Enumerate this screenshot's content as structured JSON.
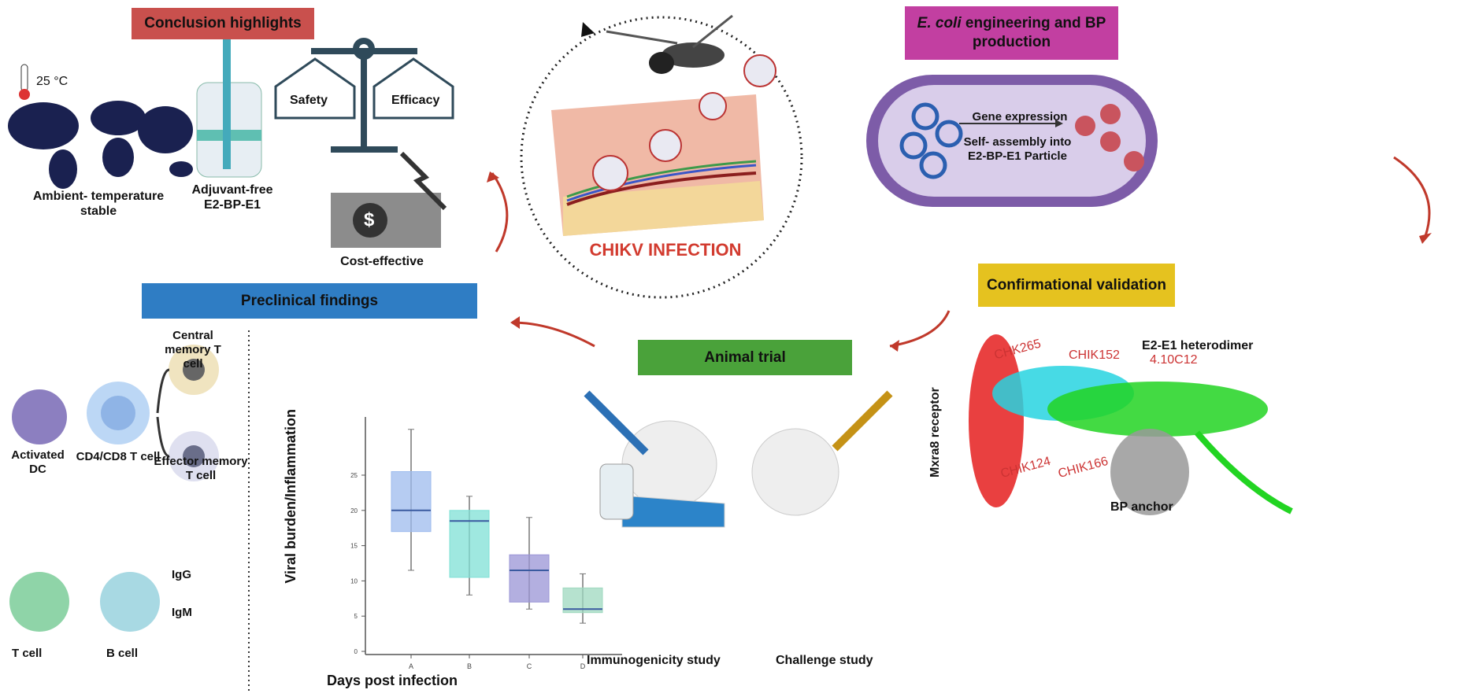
{
  "sections": {
    "conclusion": {
      "title": "Conclusion highlights",
      "color": "#c9504d",
      "temperature": "25 °C",
      "ambient": "Ambient- temperature stable",
      "adjuvant": "Adjuvant-free E2-BP-E1",
      "safety": "Safety",
      "efficacy": "Efficacy",
      "cost": "Cost-effective",
      "dollar": "$"
    },
    "ecoli": {
      "title_italic": "E. coli",
      "title_rest": " engineering and BP production",
      "color": "#c23fa1",
      "gene_expression": "Gene expression",
      "self_assembly": "Self- assembly into E2-BP-E1 Particle"
    },
    "infection": {
      "title": "CHIKV INFECTION",
      "color": "#d23b2f"
    },
    "validation": {
      "title": "Confirmational validation",
      "color": "#e5c21f",
      "heterodimer": "E2-E1 heterodimer",
      "receptor": "Mxra8 receptor",
      "anchor": "BP anchor",
      "antibodies": [
        "CHK265",
        "CHIK152",
        "4.10C12",
        "CHIK124",
        "CHIK166"
      ]
    },
    "animal": {
      "title": "Animal trial",
      "color": "#4aa23a",
      "immunogenicity": "Immunogenicity study",
      "challenge": "Challenge study"
    },
    "preclinical": {
      "title": "Preclinical findings",
      "color": "#2f7dc4",
      "central_memory": "Central memory  T cell",
      "effector_memory": "Effector memory  T cell",
      "activated_dc": "Activated DC",
      "cd4cd8": "CD4/CD8 T cell",
      "igg": "IgG",
      "igm": "IgM",
      "tcell": "T cell",
      "bcell": "B cell"
    }
  },
  "chart_data": {
    "type": "box",
    "xlabel": "Days post infection",
    "ylabel": "Viral burden/Inflammation",
    "categories": [
      "A",
      "B",
      "C",
      "D"
    ],
    "yticks": [
      0,
      5,
      10,
      15,
      20,
      25
    ],
    "ylim": [
      0,
      32
    ],
    "series": [
      {
        "category": "A",
        "min": 11.5,
        "q1": 17,
        "median": 20,
        "q3": 25.5,
        "max": 31.5,
        "color": "#9dbbed"
      },
      {
        "category": "B",
        "min": 8,
        "q1": 10.5,
        "median": 18.5,
        "q3": 20,
        "max": 22,
        "color": "#7fe0d5"
      },
      {
        "category": "C",
        "min": 6,
        "q1": 7,
        "median": 11.5,
        "q3": 13.7,
        "max": 19,
        "color": "#9a94d6"
      },
      {
        "category": "D",
        "min": 4,
        "q1": 5.5,
        "median": 6,
        "q3": 9,
        "max": 11,
        "color": "#9ed8bf"
      }
    ]
  }
}
